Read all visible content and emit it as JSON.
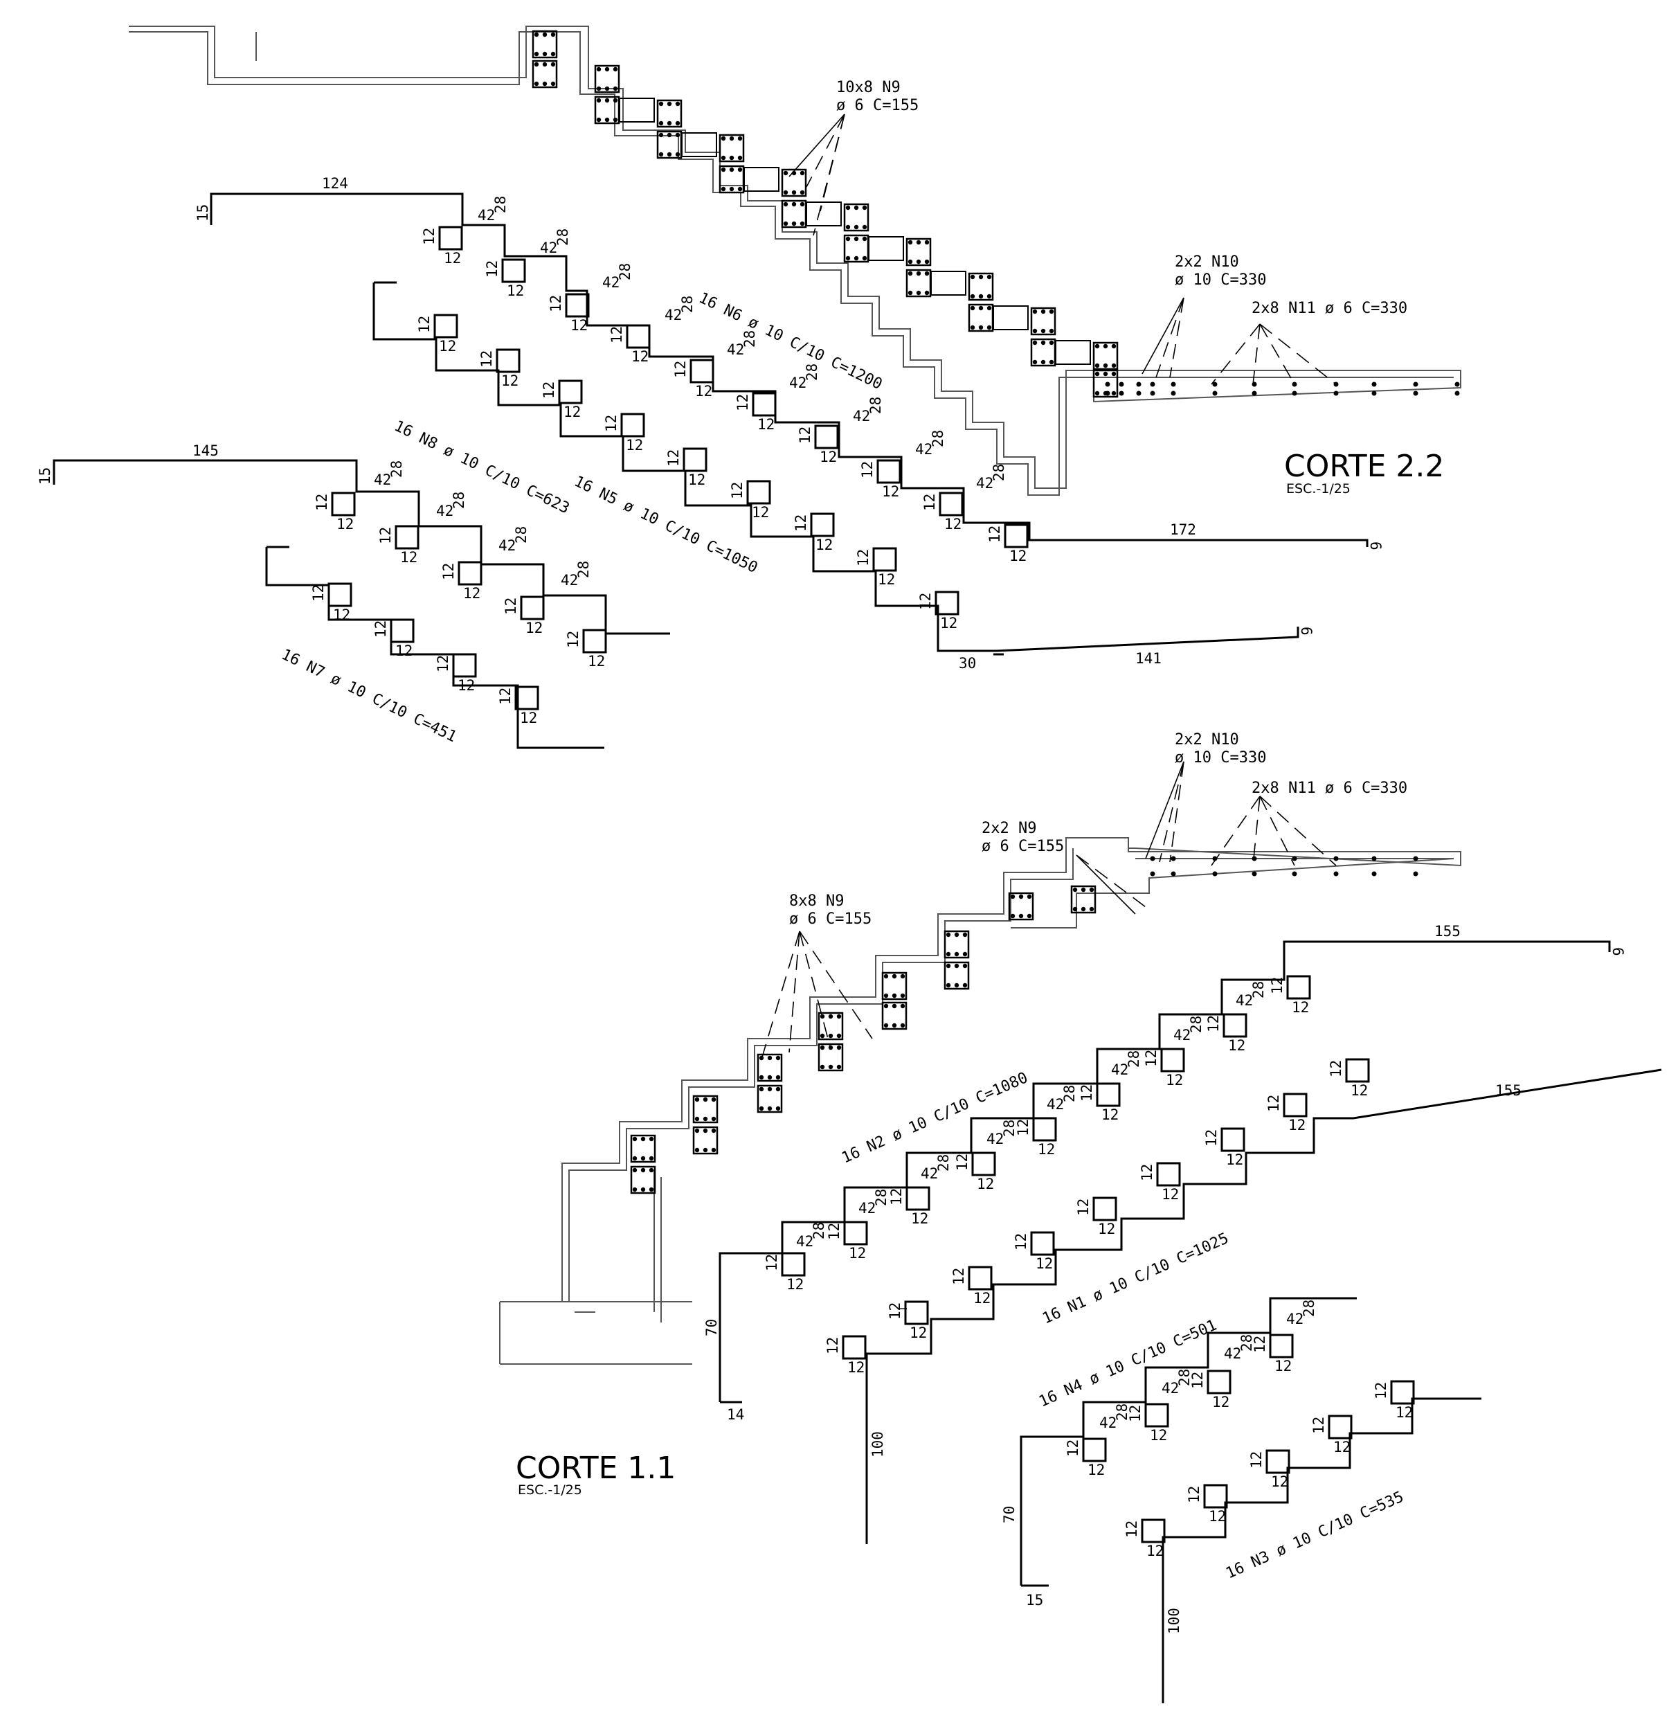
{
  "sections": {
    "corte_22": {
      "title": "CORTE  2.2",
      "scale": "ESC.-1/25"
    },
    "corte_11": {
      "title": "CORTE  1.1",
      "scale": "ESC.-1/25"
    }
  },
  "callouts": {
    "n9_top": [
      "10x8  N9",
      "ø 6  C=155"
    ],
    "n10_top": [
      "2x2  N10",
      "ø  10  C=330"
    ],
    "n11_top": "2x8  N11  ø  6  C=330",
    "n10_bottom": [
      "2x2  N10",
      "ø  10  C=330"
    ],
    "n11_bottom": "2x8  N11  ø  6  C=330",
    "n9_small": [
      "2x2  N9",
      "ø  6  C=155"
    ],
    "n9_bottom": [
      "8x8  N9",
      "ø  6  C=155"
    ]
  },
  "bar_labels": {
    "n6": "16  N6  ø  10  C/10  C=1200",
    "n5": "16  N5  ø  10  C/10  C=1050",
    "n8": "16  N8  ø  10  C/10  C=623",
    "n7": "16  N7  ø  10  C/10  C=451",
    "n2": "16  N2  ø  10  C/10  C=1080",
    "n1": "16  N1  ø  10  C/10  C=1025",
    "n4": "16  N4  ø  10  C/10  C=501",
    "n3": "16  N3  ø  10  C/10  C=535"
  },
  "dims": {
    "d124": "124",
    "d145": "145",
    "d172": "172",
    "d141": "141",
    "d155a": "155",
    "d155b": "155",
    "d15": "15",
    "d12": "12",
    "d28": "28",
    "d42": "42",
    "d30": "30",
    "d70": "70",
    "d14": "14",
    "d100": "100",
    "d6": "6"
  }
}
